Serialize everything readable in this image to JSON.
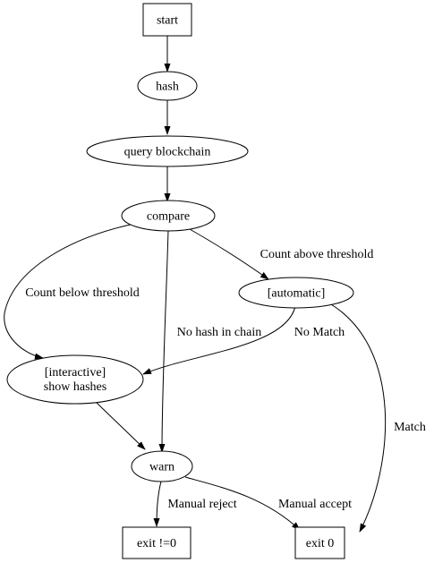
{
  "nodes": {
    "start": {
      "label": "start",
      "shape": "box"
    },
    "hash": {
      "label": "hash",
      "shape": "ellipse"
    },
    "query": {
      "label": "query blockchain",
      "shape": "ellipse"
    },
    "compare": {
      "label": "compare",
      "shape": "ellipse"
    },
    "automatic": {
      "label": "[automatic]",
      "shape": "ellipse"
    },
    "interactive": {
      "label_line1": "[interactive]",
      "label_line2": "show hashes",
      "shape": "ellipse"
    },
    "warn": {
      "label": "warn",
      "shape": "ellipse"
    },
    "exit_nonzero": {
      "label": "exit !=0",
      "shape": "box"
    },
    "exit_zero": {
      "label": "exit 0",
      "shape": "box"
    }
  },
  "edges": {
    "count_above": {
      "from": "compare",
      "to": "automatic",
      "label": "Count above threshold"
    },
    "count_below": {
      "from": "compare",
      "to": "interactive",
      "label": "Count below threshold"
    },
    "no_hash": {
      "from": "compare",
      "to": "warn",
      "label": "No hash in chain"
    },
    "no_match": {
      "from": "automatic",
      "to": "interactive",
      "label": "No Match"
    },
    "match": {
      "from": "automatic",
      "to": "exit_zero",
      "label": "Match"
    },
    "manual_reject": {
      "from": "warn",
      "to": "exit_nonzero",
      "label": "Manual reject"
    },
    "manual_accept": {
      "from": "warn",
      "to": "exit_zero",
      "label": "Manual accept"
    }
  },
  "colors": {
    "stroke": "#000000",
    "background": "#ffffff"
  }
}
